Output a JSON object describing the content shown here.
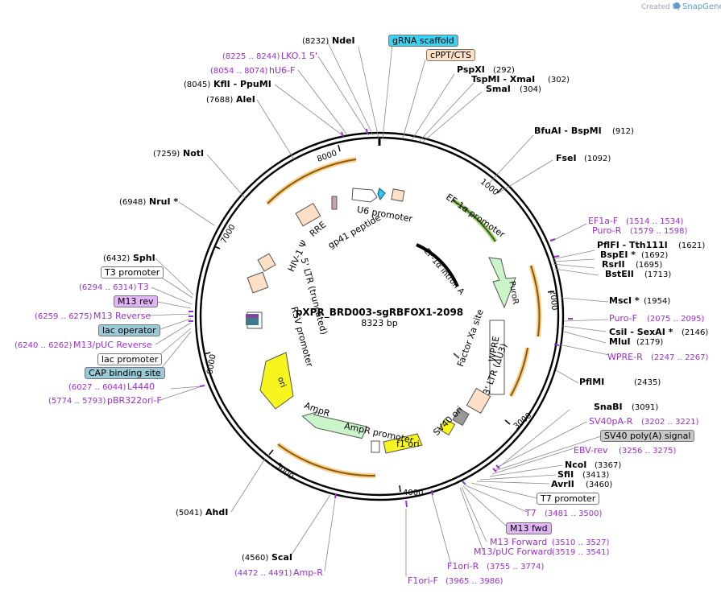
{
  "header": {
    "created_by": "Created by",
    "brand": "SnapGene"
  },
  "plasmid": {
    "name": "pXPR_BRD003-sgRBFOX1-2098",
    "size_label": "8323 bp"
  },
  "ticks": [
    "1000",
    "2000",
    "3000",
    "4000",
    "5000",
    "6000",
    "7000",
    "8000"
  ],
  "enzymes_right": [
    {
      "name": "PspXI",
      "pos": "(292)"
    },
    {
      "name": "TspMI - XmaI",
      "pos": "(302)"
    },
    {
      "name": "SmaI",
      "pos": "(304)"
    },
    {
      "name": "BfuAI - BspMI",
      "pos": "(912)"
    },
    {
      "name": "FseI",
      "pos": "(1092)"
    },
    {
      "name": "PflFI - Tth111I",
      "pos": "(1621)"
    },
    {
      "name": "BspEI *",
      "pos": "(1692)"
    },
    {
      "name": "RsrII",
      "pos": "(1695)"
    },
    {
      "name": "BstEII",
      "pos": "(1713)"
    },
    {
      "name": "MscI *",
      "pos": "(1954)"
    },
    {
      "name": "CsiI - SexAI *",
      "pos": "(2146)"
    },
    {
      "name": "MluI",
      "pos": "(2179)"
    },
    {
      "name": "PflMI",
      "pos": "(2435)"
    },
    {
      "name": "SnaBI",
      "pos": "(3091)"
    },
    {
      "name": "NcoI",
      "pos": "(3367)"
    },
    {
      "name": "SfiI",
      "pos": "(3413)"
    },
    {
      "name": "AvrII",
      "pos": "(3460)"
    }
  ],
  "enzymes_left": [
    {
      "name": "NdeI",
      "pos": "(8232)"
    },
    {
      "name": "KflI - PpuMI",
      "pos": "(8045)"
    },
    {
      "name": "AleI",
      "pos": "(7688)"
    },
    {
      "name": "NotI",
      "pos": "(7259)"
    },
    {
      "name": "NruI *",
      "pos": "(6948)"
    },
    {
      "name": "SphI",
      "pos": "(6432)"
    },
    {
      "name": "ScaI",
      "pos": "(4560)"
    },
    {
      "name": "AhdI",
      "pos": "(5041)"
    }
  ],
  "primers": [
    {
      "name": "LKO.1 5'",
      "pos": "(8225 .. 8244)"
    },
    {
      "name": "hU6-F",
      "pos": "(8054 .. 8074)"
    },
    {
      "name": "EF1a-F",
      "pos": "(1514 .. 1534)"
    },
    {
      "name": "Puro-R",
      "pos": "(1579 .. 1598)"
    },
    {
      "name": "Puro-F",
      "pos": "(2075 .. 2095)"
    },
    {
      "name": "WPRE-R",
      "pos": "(2247 .. 2267)"
    },
    {
      "name": "SV40pA-R",
      "pos": "(3202 .. 3221)"
    },
    {
      "name": "EBV-rev",
      "pos": "(3256 .. 3275)"
    },
    {
      "name": "T7",
      "pos": "(3481 .. 3500)"
    },
    {
      "name": "M13 Forward",
      "pos": "(3510 .. 3527)"
    },
    {
      "name": "M13/pUC Forward",
      "pos": "(3519 .. 3541)"
    },
    {
      "name": "F1ori-R",
      "pos": "(3755 .. 3774)"
    },
    {
      "name": "F1ori-F",
      "pos": "(3965 .. 3986)"
    },
    {
      "name": "Amp-R",
      "pos": "(4472 .. 4491)"
    },
    {
      "name": "T3",
      "pos": "(6294 .. 6314)"
    },
    {
      "name": "M13 Reverse",
      "pos": "(6259 .. 6275)"
    },
    {
      "name": "M13/pUC Reverse",
      "pos": "(6240 .. 6262)"
    },
    {
      "name": "L4440",
      "pos": "(6027 .. 6044)"
    },
    {
      "name": "pBR322ori-F",
      "pos": "(5774 .. 5793)"
    }
  ],
  "boxed_features": [
    {
      "name": "gRNA scaffold",
      "color": "#39d3f1"
    },
    {
      "name": "cPPT/CTS",
      "color": "#fde0c6"
    },
    {
      "name": "SV40 poly(A) signal",
      "color": "#c8c8c8"
    },
    {
      "name": "T7 promoter",
      "color": "#ffffff"
    },
    {
      "name": "M13 fwd",
      "color": "#e0b4f5"
    },
    {
      "name": "T3 promoter",
      "color": "#ffffff"
    },
    {
      "name": "M13 rev",
      "color": "#e0b4f5"
    },
    {
      "name": "lac operator",
      "color": "#9cc9d6"
    },
    {
      "name": "lac promoter",
      "color": "#ffffff"
    },
    {
      "name": "CAP binding site",
      "color": "#9cc9d6"
    }
  ],
  "inner_labels": [
    "U6 promoter",
    "EF-1α promoter",
    "EF-1α intron A",
    "PuroR",
    "WPRE",
    "Factor Xa site",
    "3' LTR (ΔU3)",
    "SV40 ori",
    "f1 ori",
    "AmpR promoter",
    "AmpR",
    "ori",
    "RSV promoter",
    "5' LTR (truncated)",
    "HIV-1 Ψ",
    "RRE",
    "gp41 peptide"
  ],
  "colors": {
    "primer": "#9a2fd0",
    "orange": "#f5a623",
    "green": "#7ab82e",
    "backbone": "#000000"
  }
}
